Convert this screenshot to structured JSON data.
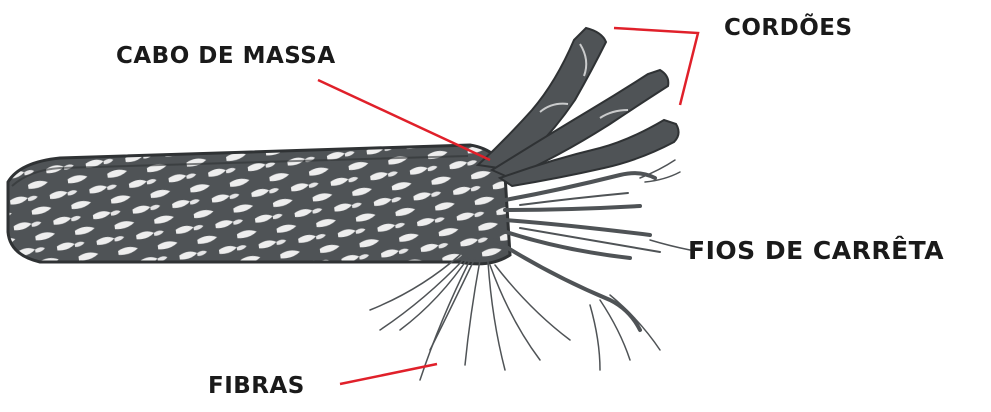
{
  "labels": {
    "cabo_de_massa": "CABO DE MASSA",
    "cordoes": "CORDÕES",
    "fios_de_carreta": "FIOS DE CARRÊTA",
    "fibras": "FIBRAS"
  },
  "colors": {
    "rope": "#4f5356",
    "rope_shadow": "#2f3234",
    "leader_line": "#e0202a",
    "text": "#1a1a1a"
  }
}
